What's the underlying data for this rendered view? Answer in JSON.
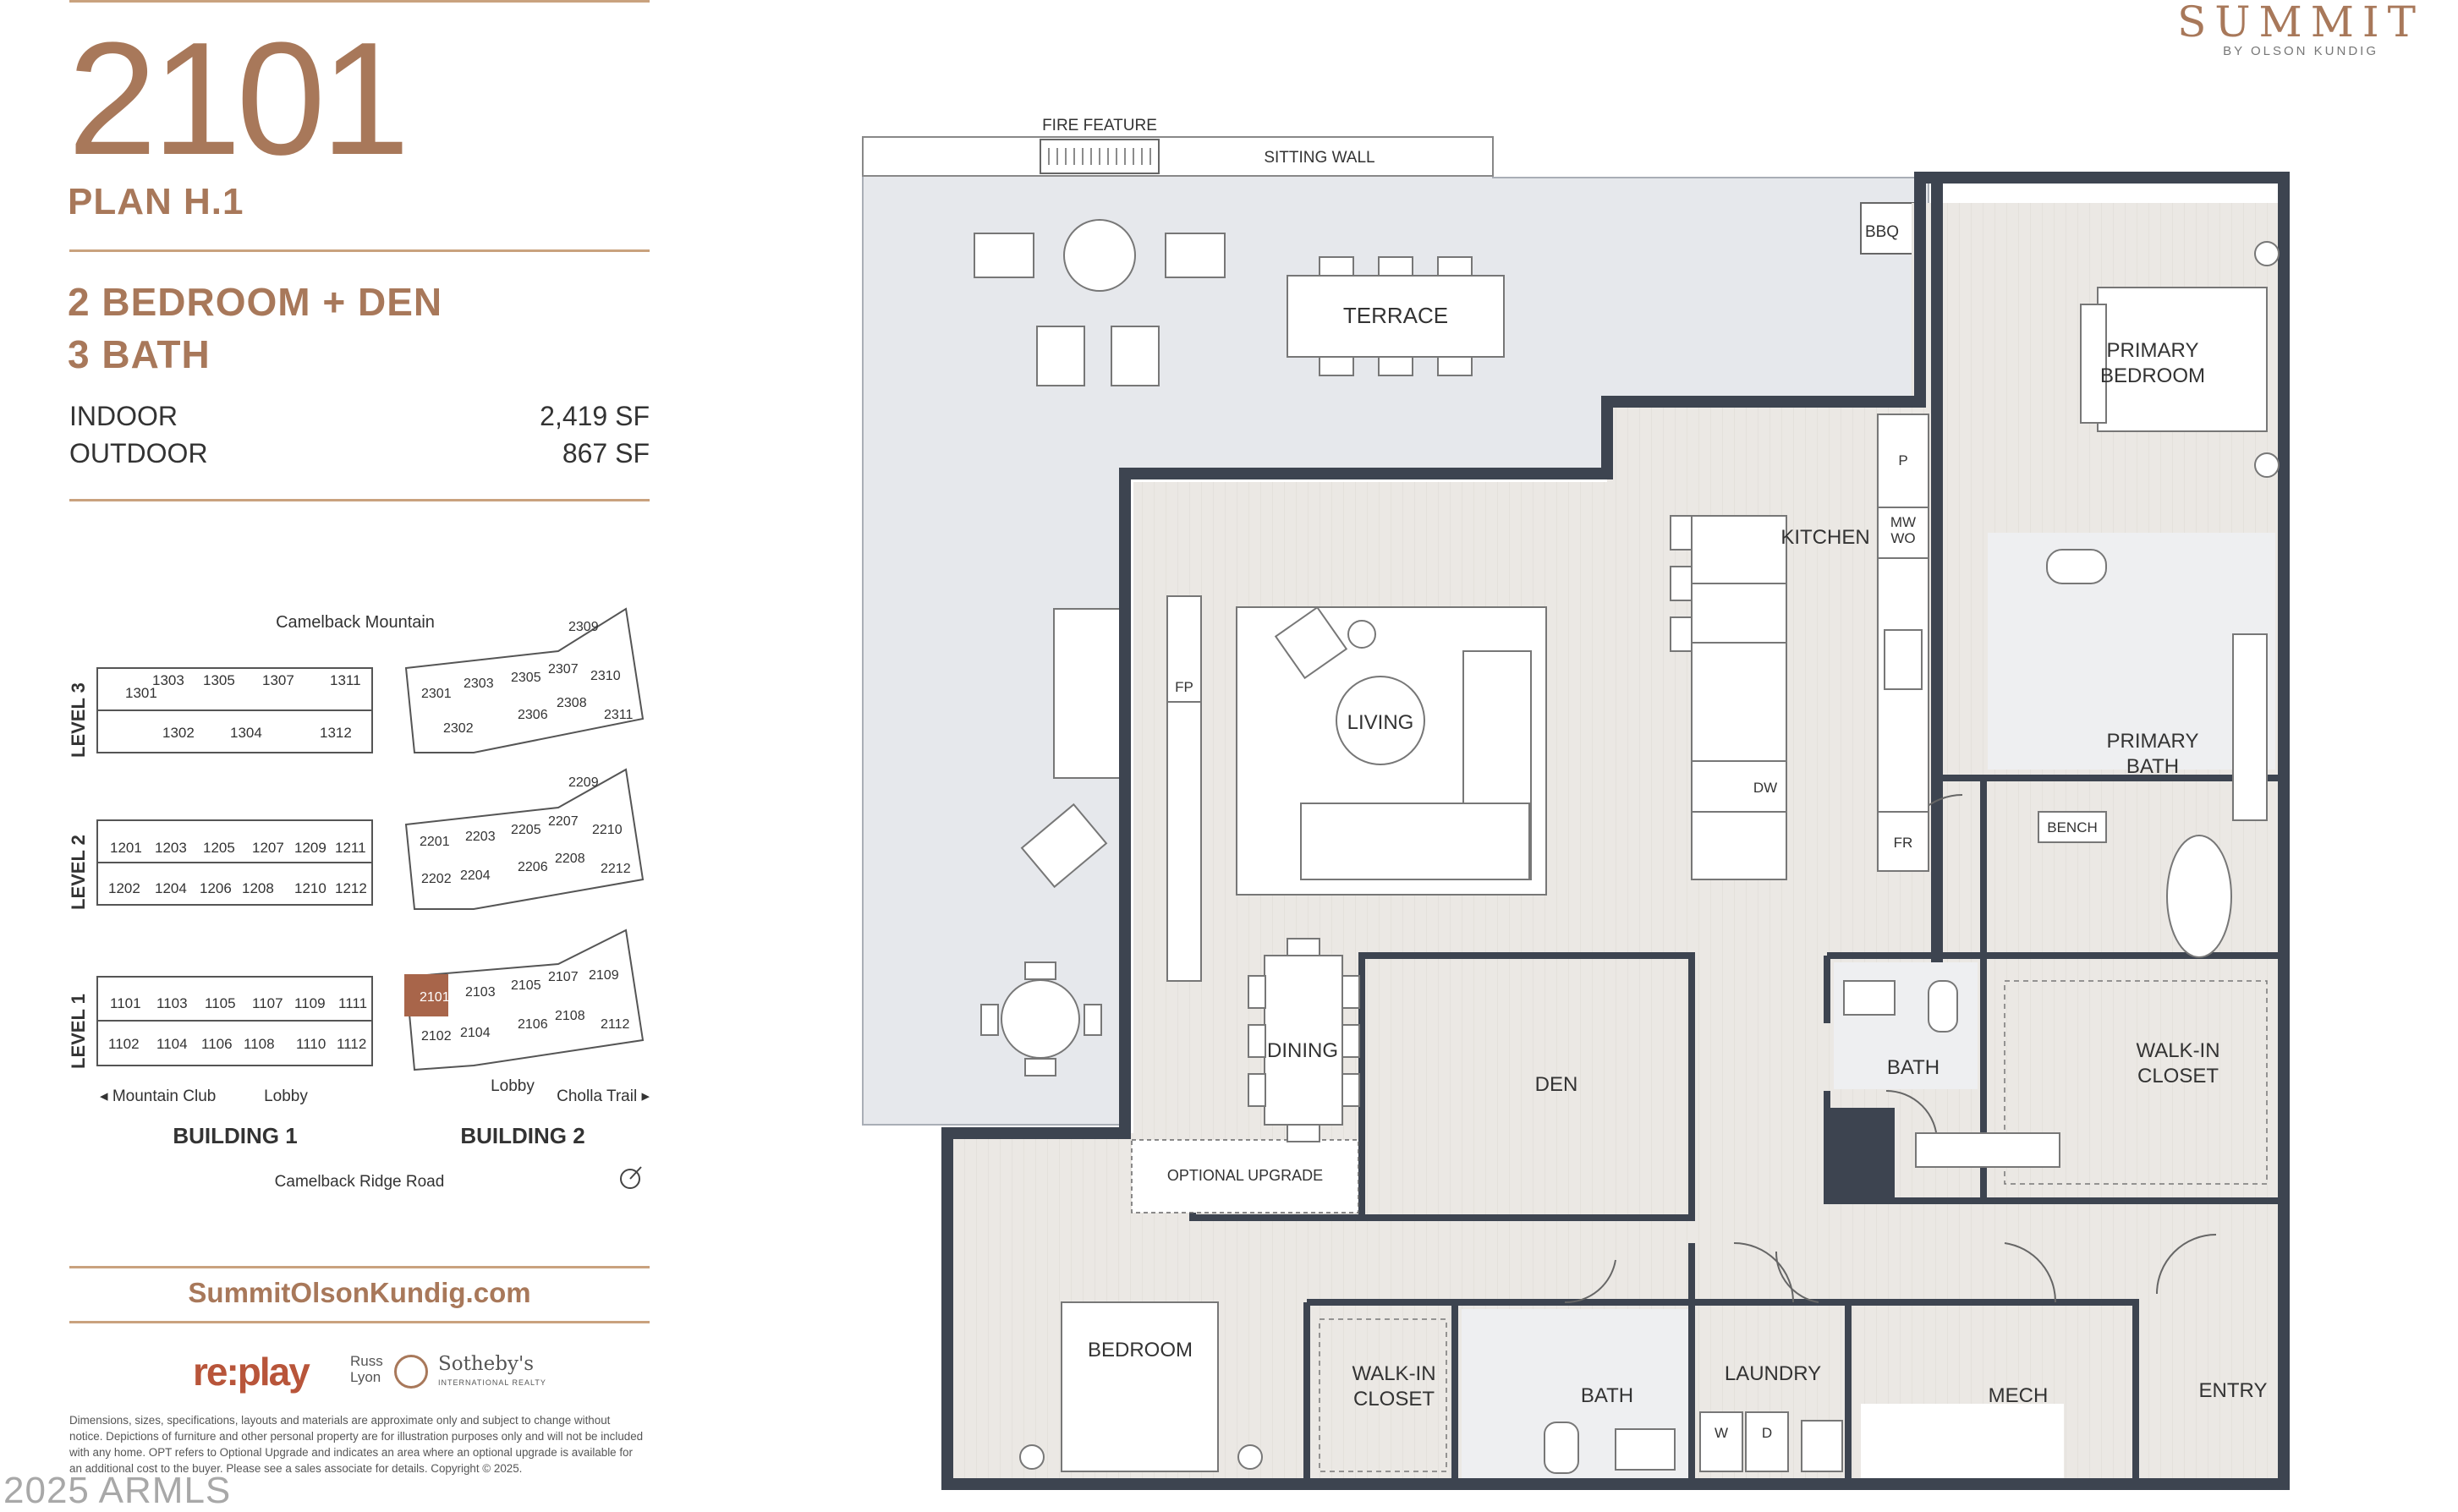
{
  "brand": {
    "name": "SUMMIT",
    "sub": "BY OLSON KUNDIG"
  },
  "unit": {
    "number": "2101",
    "plan": "PLAN H.1",
    "bedrooms": "2 BEDROOM + DEN",
    "baths": "3 BATH",
    "indoor_label": "INDOOR",
    "indoor_value": "2,419 SF",
    "outdoor_label": "OUTDOOR",
    "outdoor_value": "867 SF"
  },
  "site_plan": {
    "north_label": "Camelback Mountain",
    "south_label": "Camelback Ridge Road",
    "west_label": "◂ Mountain Club",
    "lobby1": "Lobby",
    "lobby2": "Lobby",
    "east_label": "Cholla Trail ▸",
    "building1": "BUILDING 1",
    "building2": "BUILDING 2",
    "levels": [
      "LEVEL 3",
      "LEVEL 2",
      "LEVEL 1"
    ],
    "b1_level3_top": [
      "1303",
      "1305",
      "1307",
      "1311"
    ],
    "b1_level3_bottom": [
      "1302",
      "1304",
      "1312"
    ],
    "b1_level3_end": "1301",
    "b1_level2_top": [
      "1201",
      "1203",
      "1205",
      "1207",
      "1209",
      "1211"
    ],
    "b1_level2_bottom": [
      "1202",
      "1204",
      "1206",
      "1208",
      "1210",
      "1212"
    ],
    "b1_level1_top": [
      "1101",
      "1103",
      "1105",
      "1107",
      "1109",
      "1111"
    ],
    "b1_level1_bottom": [
      "1102",
      "1104",
      "1106",
      "1108",
      "1110",
      "1112"
    ],
    "b2_level3": [
      "2301",
      "2303",
      "2305",
      "2307",
      "2309",
      "2310",
      "2302",
      "2306",
      "2308",
      "2311"
    ],
    "b2_level2": [
      "2201",
      "2203",
      "2205",
      "2207",
      "2209",
      "2210",
      "2202",
      "2204",
      "2206",
      "2208",
      "2212"
    ],
    "b2_level1": [
      "2101",
      "2103",
      "2105",
      "2107",
      "2109",
      "2102",
      "2104",
      "2106",
      "2108",
      "2112"
    ],
    "highlight_color": "#a8654a"
  },
  "website": "SummitOlsonKundig.com",
  "partners": {
    "replay": "re:play",
    "russ": "Russ",
    "lyon": "Lyon",
    "sothebys": "Sotheby's",
    "sothebys_sub": "INTERNATIONAL REALTY"
  },
  "disclaimer": "Dimensions, sizes, specifications, layouts and materials are approximate only and subject to change without notice. Depictions of furniture and other personal property are for illustration purposes only and will not be included with any home. OPT refers to Optional Upgrade and indicates an area where an optional upgrade is available for an additional cost to the buyer. Please see a sales associate for details. Copyright © 2025.",
  "copyright": "2025 ARMLS",
  "floorplan": {
    "fire_feature": "FIRE FEATURE",
    "sitting_wall": "SITTING WALL",
    "bbq": "BBQ",
    "terrace": "TERRACE",
    "primary_bedroom_1": "PRIMARY",
    "primary_bedroom_2": "BEDROOM",
    "kitchen": "KITCHEN",
    "pantry": "P",
    "mw": "MW",
    "wo": "WO",
    "fp": "FP",
    "living": "LIVING",
    "dw": "DW",
    "fr": "FR",
    "primary_bath_1": "PRIMARY",
    "primary_bath_2": "BATH",
    "bench": "BENCH",
    "dining": "DINING",
    "den": "DEN",
    "bath": "BATH",
    "walkin_1": "WALK-IN",
    "walkin_2": "CLOSET",
    "optional_upgrade": "OPTIONAL UPGRADE",
    "bedroom": "BEDROOM",
    "walkin_b_1": "WALK-IN",
    "walkin_b_2": "CLOSET",
    "bath2": "BATH",
    "laundry": "LAUNDRY",
    "washer": "W",
    "dryer": "D",
    "mech": "MECH",
    "entry": "ENTRY",
    "wall_color": "#3d4450",
    "terrace_color": "#e6e8ec",
    "floor_color": "#ebe8e4"
  }
}
